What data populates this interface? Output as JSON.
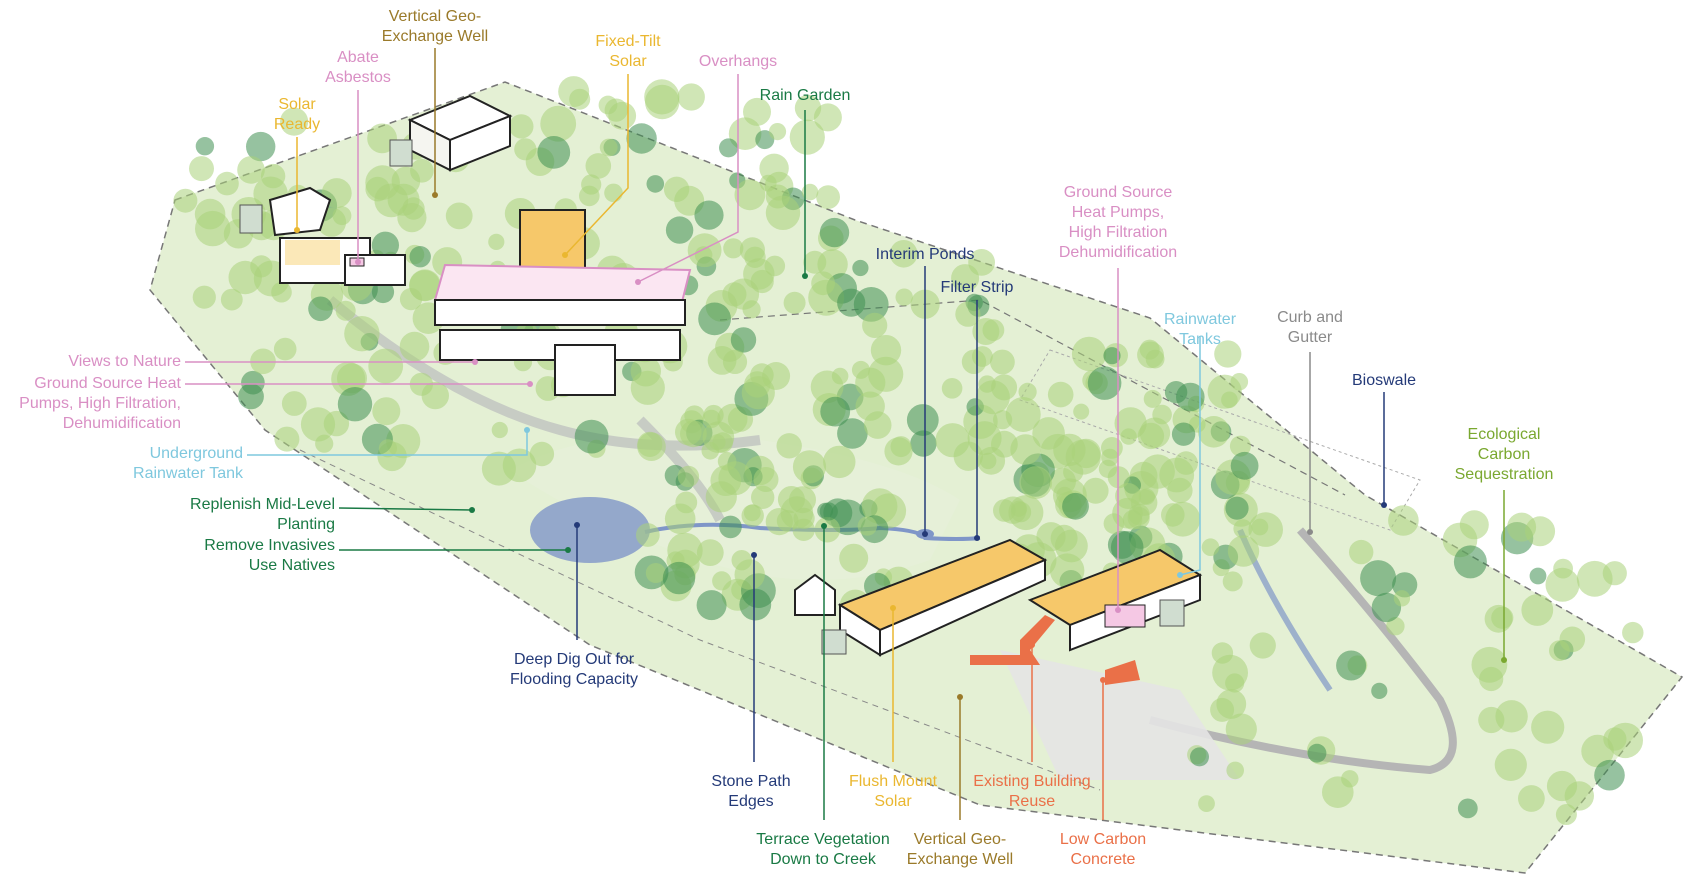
{
  "colors": {
    "brown": "#9a7a2a",
    "pink": "#d98fc4",
    "yellow": "#eab730",
    "darkgreen": "#1a7a45",
    "navy": "#243a78",
    "lightblue": "#7fc8de",
    "gray": "#8a8a8a",
    "olive": "#7aa830",
    "orange": "#ea7048",
    "site_fill": "#d2e6b8",
    "tree": "#a9d27a",
    "tree_dark": "#3f8f52",
    "water": "#7f96c8"
  },
  "labels": {
    "vertical_geo_top": "Vertical Geo-\nExchange Well",
    "abate_asbestos": "Abate\nAsbestos",
    "solar_ready": "Solar\nReady",
    "fixed_tilt_solar": "Fixed-Tilt\nSolar",
    "overhangs": "Overhangs",
    "rain_garden": "Rain Garden",
    "interim_ponds": "Interim Ponds",
    "filter_strip": "Filter Strip",
    "ground_source_right": "Ground Source\nHeat Pumps,\nHigh Filtration\nDehumidification",
    "rainwater_tanks": "Rainwater\nTanks",
    "curb_gutter": "Curb and\nGutter",
    "bioswale": "Bioswale",
    "ecological_carbon": "Ecological\nCarbon\nSequestration",
    "views_to_nature": "Views to Nature",
    "ground_source_left": "Ground Source Heat\nPumps, High Filtration,\nDehumidification",
    "underground_tank": "Underground\nRainwater Tank",
    "replenish_planting": "Replenish Mid-Level\nPlanting",
    "remove_invasives": "Remove Invasives\nUse Natives",
    "deep_dig": "Deep Dig Out for\nFlooding Capacity",
    "stone_path": "Stone Path\nEdges",
    "terrace_vegetation": "Terrace Vegetation\nDown to Creek",
    "flush_mount_solar": "Flush Mount\nSolar",
    "vertical_geo_bottom": "Vertical Geo-\nExchange Well",
    "existing_building": "Existing Building\nReuse",
    "low_carbon_concrete": "Low Carbon\nConcrete"
  }
}
